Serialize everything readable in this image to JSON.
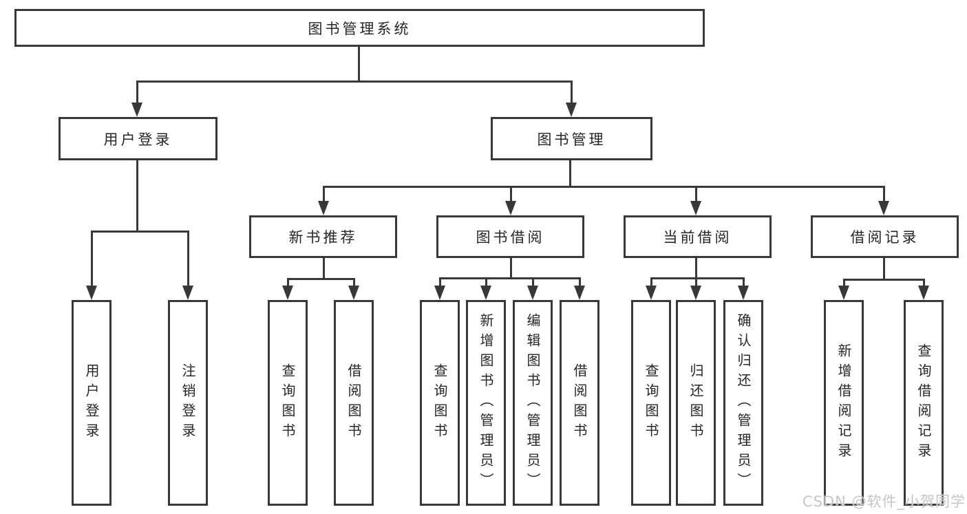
{
  "tree": {
    "root": {
      "label": "图书管理系统",
      "children": [
        {
          "label": "用户登录",
          "children": [
            {
              "label": "用户登录"
            },
            {
              "label": "注销登录"
            }
          ]
        },
        {
          "label": "图书管理",
          "children": [
            {
              "label": "新书推荐",
              "children": [
                {
                  "label": "查询图书"
                },
                {
                  "label": "借阅图书"
                }
              ]
            },
            {
              "label": "图书借阅",
              "children": [
                {
                  "label": "查询图书"
                },
                {
                  "label": "新增图书（管理员）"
                },
                {
                  "label": "编辑图书（管理员）"
                },
                {
                  "label": "借阅图书"
                }
              ]
            },
            {
              "label": "当前借阅",
              "children": [
                {
                  "label": "查询图书"
                },
                {
                  "label": "归还图书"
                },
                {
                  "label": "确认归还（管理员）"
                }
              ]
            },
            {
              "label": "借阅记录",
              "children": [
                {
                  "label": "新增借阅记录"
                },
                {
                  "label": "查询借阅记录"
                }
              ]
            }
          ]
        }
      ]
    }
  },
  "watermark": {
    "text": "CSDN @软件_小贺同学"
  },
  "colors": {
    "line": "#383838",
    "text": "#262626",
    "box_background": "#ffffff",
    "page_background": "#ffffff",
    "watermark": "#c5c5c9"
  }
}
